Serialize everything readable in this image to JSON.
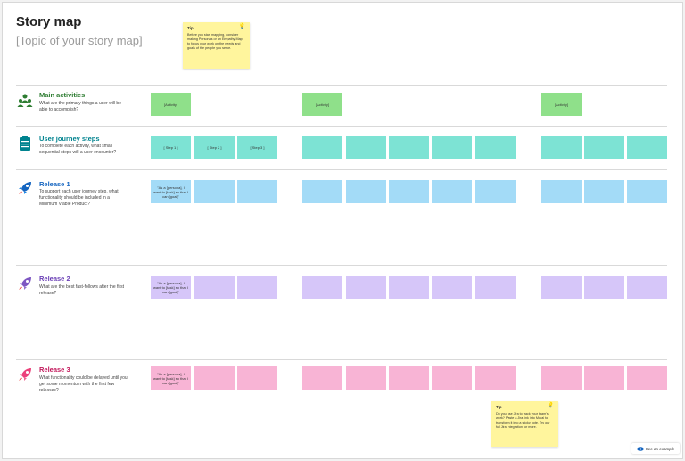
{
  "header": {
    "title": "Story map",
    "subtitle": "[Topic of your story map]"
  },
  "tip_top": {
    "title": "Tip",
    "body": "Before you start mapping, consider making Personas or an Empathy Map to focus your work on the needs and goals of the people you serve."
  },
  "tip_bottom": {
    "title": "Tip",
    "body": "Do you use Jira to track your team's work? Paste a Jira link into Mural to transform it into a sticky note. Try our full Jira integration for more."
  },
  "rows": [
    {
      "title": "Main activities",
      "desc": "What are the primary things a user will be able to accomplish?",
      "color": "#2e7d32",
      "icon": "people-icon"
    },
    {
      "title": "User journey steps",
      "desc": "To complete each activity, what small sequential steps will a user encounter?",
      "color": "#00838f",
      "icon": "clipboard-icon"
    },
    {
      "title": "Release 1",
      "desc": "To support each user journey step, what functionality should be included in a Minimum Viable Product?",
      "color": "#1565c0",
      "icon": "rocket-icon"
    },
    {
      "title": "Release 2",
      "desc": "What are the best fast-follows after the first release?",
      "color": "#6a3fb5",
      "icon": "rocket-icon"
    },
    {
      "title": "Release 3",
      "desc": "What functionality could be delayed until you get some momentum with the first few releases?",
      "color": "#c2185b",
      "icon": "rocket-icon"
    }
  ],
  "notes": {
    "activity": "[Activity]",
    "steps": [
      "[ Step 1 ]",
      "[ Step 2 ]",
      "[ Step 3 ]"
    ],
    "story": "\"As a [persona], I want to [task] so that I can [goal]\""
  },
  "colors": {
    "activity": "#8fe08a",
    "step": "#7de3d4",
    "release1": "#a3dbf7",
    "release2": "#d6c6f9",
    "release3": "#f8b4d5",
    "tip": "#fff59d"
  },
  "see_example": {
    "icon": "eye-icon",
    "label": "See an example"
  }
}
